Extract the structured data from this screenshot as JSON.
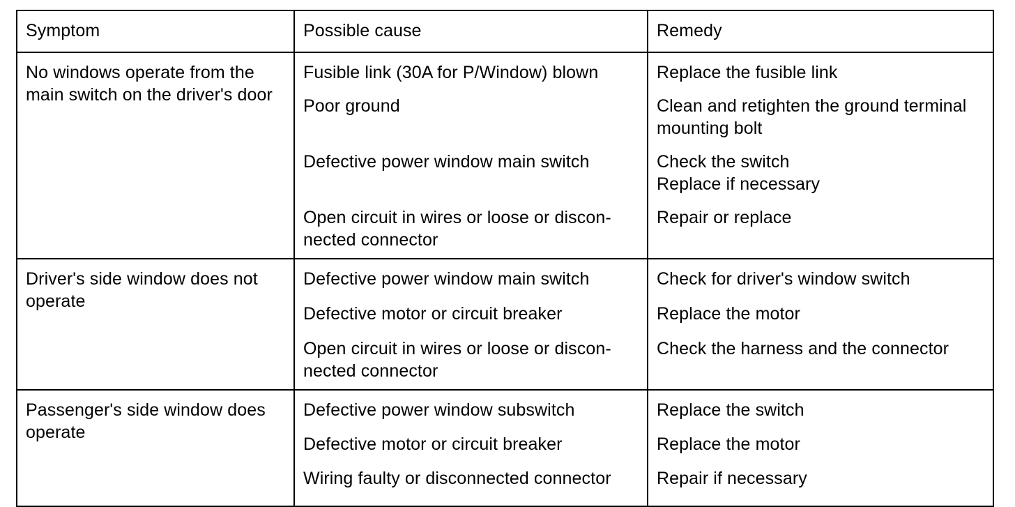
{
  "table": {
    "columns": [
      {
        "key": "symptom",
        "header": "Symptom"
      },
      {
        "key": "cause",
        "header": "Possible cause"
      },
      {
        "key": "remedy",
        "header": "Remedy"
      }
    ],
    "rows": [
      {
        "symptom": "No windows operate from the main switch on the driver's door",
        "entries": [
          {
            "cause": "Fusible link (30A for P/Window) blown",
            "remedy": "Replace the fusible link",
            "remedy_line2": ""
          },
          {
            "cause": "Poor ground",
            "remedy": "Clean and retighten the ground terminal mounting bolt",
            "remedy_line2": ""
          },
          {
            "cause": "Defective power window main switch",
            "remedy": "Check the switch",
            "remedy_line2": "Replace if necessary"
          },
          {
            "cause": "Open circuit in wires or loose or discon-nected connector",
            "remedy": "Repair or replace",
            "remedy_line2": ""
          }
        ]
      },
      {
        "symptom": "Driver's side window does not operate",
        "entries": [
          {
            "cause": "Defective power window main switch",
            "remedy": "Check for driver's window switch",
            "remedy_line2": ""
          },
          {
            "cause": "Defective motor or circuit breaker",
            "remedy": "Replace the motor",
            "remedy_line2": ""
          },
          {
            "cause": "Open circuit in wires or loose or discon-nected connector",
            "remedy": "Check the harness and the connector",
            "remedy_line2": ""
          }
        ]
      },
      {
        "symptom": "Passenger's side window does operate",
        "entries": [
          {
            "cause": "Defective power window subswitch",
            "remedy": "Replace the switch",
            "remedy_line2": ""
          },
          {
            "cause": "Defective motor or circuit breaker",
            "remedy": "Replace the motor",
            "remedy_line2": ""
          },
          {
            "cause": "Wiring faulty or disconnected connector",
            "remedy": "Repair if necessary",
            "remedy_line2": ""
          }
        ]
      }
    ]
  },
  "colors": {
    "text": "#000000",
    "background": "#ffffff",
    "rule": "#000000"
  }
}
